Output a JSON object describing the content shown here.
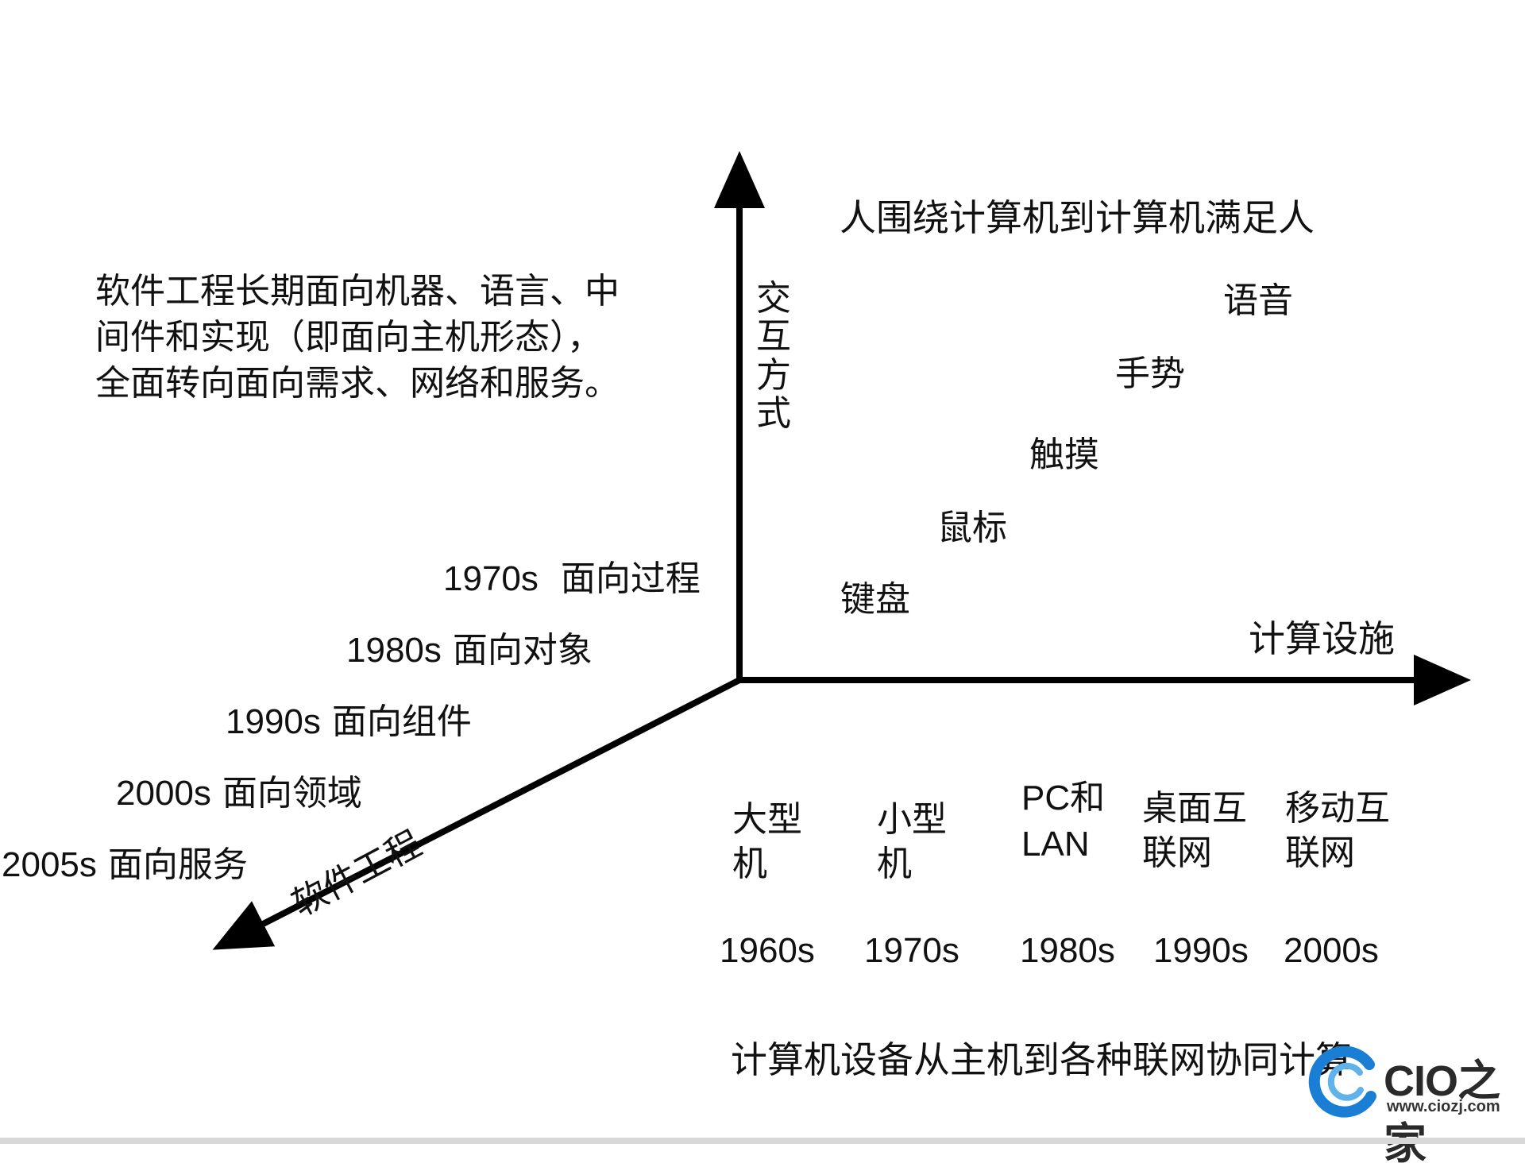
{
  "top_title": "人围绕计算机到计算机满足人",
  "intro_text": [
    "软件工程长期面向机器、语言、中",
    "间件和实现（即面向主机形态），",
    "全面转向面向需求、网络和服务。"
  ],
  "y_axis_label": "交互方式",
  "x_axis_label": "计算设施",
  "z_axis_label": "软件工程",
  "interaction_modes": [
    "键盘",
    "鼠标",
    "触摸",
    "手势",
    "语音"
  ],
  "software_eras": [
    {
      "year": "1970s",
      "label": "面向过程"
    },
    {
      "year": "1980s",
      "label": "面向对象"
    },
    {
      "year": "1990s",
      "label": "面向组件"
    },
    {
      "year": "2000s",
      "label": "面向领域"
    },
    {
      "year": "2005s",
      "label": "面向服务"
    }
  ],
  "computing_eras": [
    {
      "device": [
        "大型",
        "机"
      ],
      "year": "1960s"
    },
    {
      "device": [
        "小型",
        "机"
      ],
      "year": "1970s"
    },
    {
      "device": [
        "PC和",
        "LAN"
      ],
      "year": "1980s"
    },
    {
      "device": [
        "桌面互",
        "联网"
      ],
      "year": "1990s"
    },
    {
      "device": [
        "移动互",
        "联网"
      ],
      "year": "2000s"
    }
  ],
  "bottom_caption": "计算机设备从主机到各种联网协同计算",
  "logo": {
    "brand": "CIO之家",
    "url": "www.ciozj.com"
  },
  "colors": {
    "axis": "#000000",
    "text": "#111111",
    "logo_blue": "#1a7fd4"
  }
}
